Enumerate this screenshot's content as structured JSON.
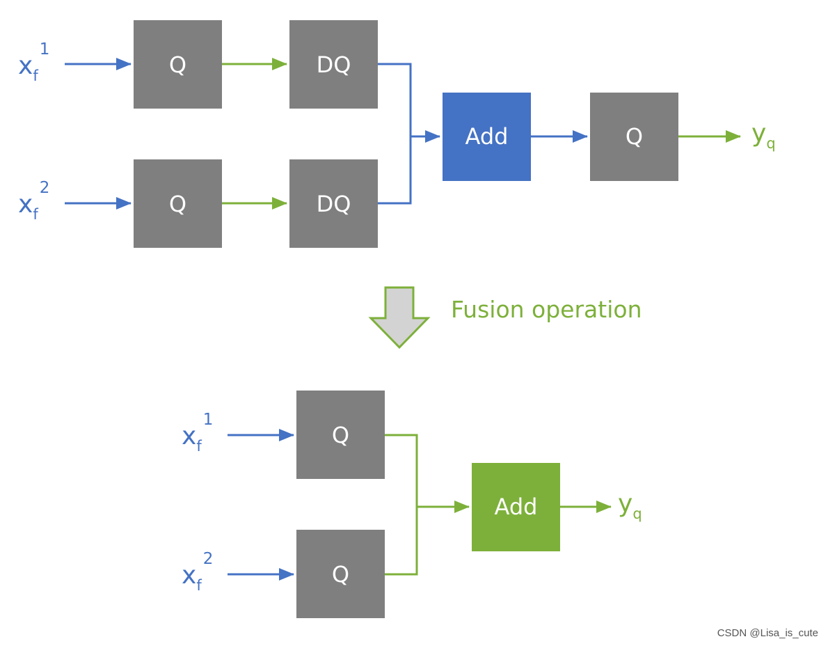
{
  "colors": {
    "gray_box": "#7f7f7f",
    "blue": "#4472c4",
    "green": "#7db03a",
    "arrow_fill": "#d3d3d3"
  },
  "top_diagram": {
    "inputs": [
      {
        "base": "x",
        "sub": "f",
        "sup": "1"
      },
      {
        "base": "x",
        "sub": "f",
        "sup": "2"
      }
    ],
    "quant_label": "Q",
    "dequant_label": "DQ",
    "add_label": "Add",
    "out_quant_label": "Q",
    "output": {
      "base": "y",
      "sub": "q"
    }
  },
  "transition": {
    "label": "Fusion operation",
    "icon": "down-arrow-icon"
  },
  "bottom_diagram": {
    "inputs": [
      {
        "base": "x",
        "sub": "f",
        "sup": "1"
      },
      {
        "base": "x",
        "sub": "f",
        "sup": "2"
      }
    ],
    "quant_label": "Q",
    "add_label": "Add",
    "output": {
      "base": "y",
      "sub": "q"
    }
  },
  "watermark": "CSDN @Lisa_is_cute"
}
